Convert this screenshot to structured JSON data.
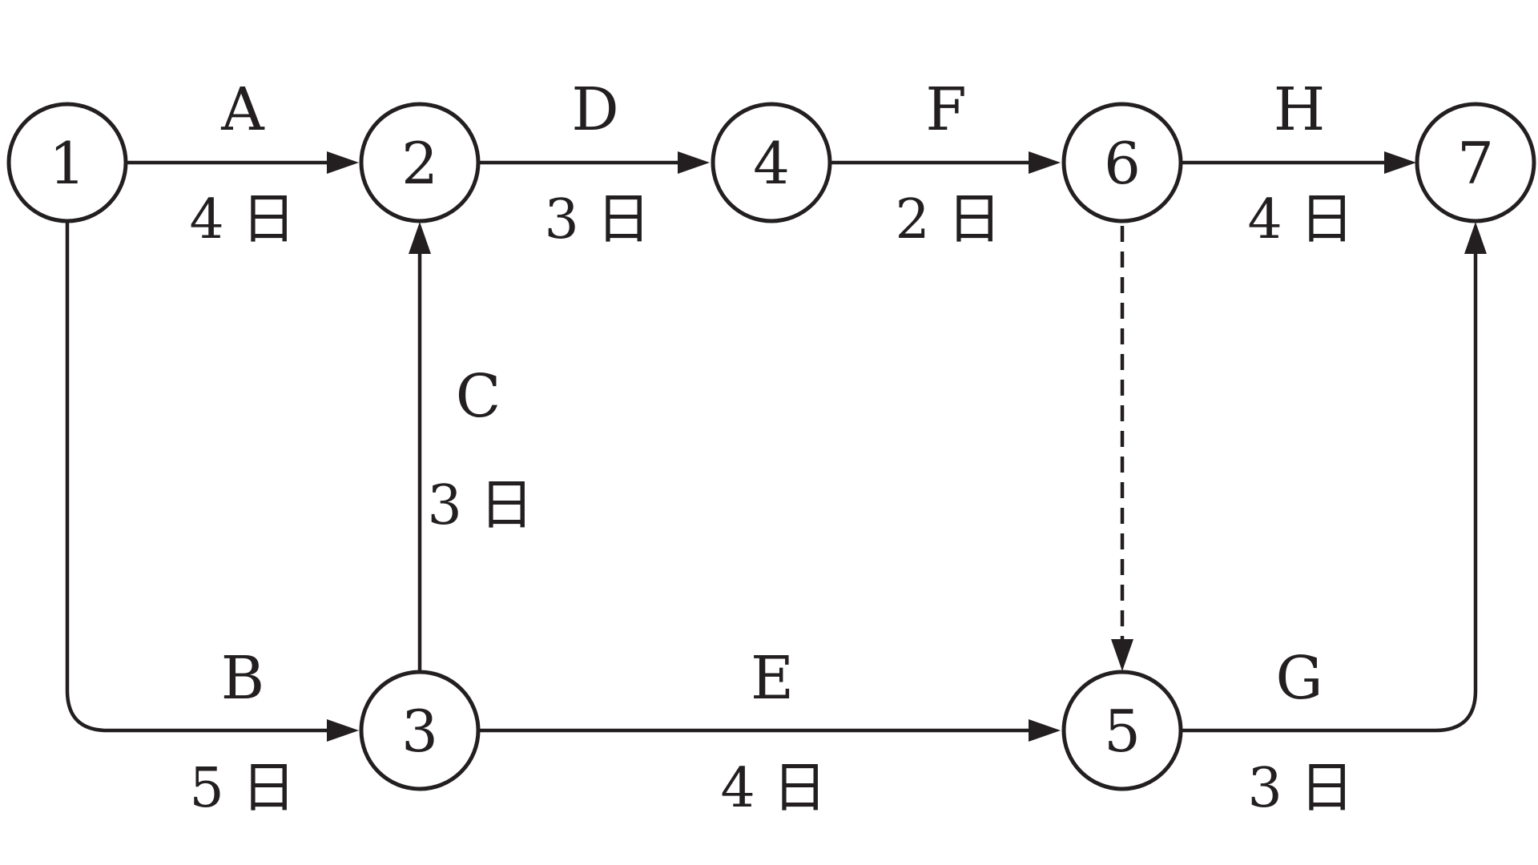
{
  "diagram": {
    "nodes": [
      {
        "id": "1",
        "label": "1"
      },
      {
        "id": "2",
        "label": "2"
      },
      {
        "id": "3",
        "label": "3"
      },
      {
        "id": "4",
        "label": "4"
      },
      {
        "id": "5",
        "label": "5"
      },
      {
        "id": "6",
        "label": "6"
      },
      {
        "id": "7",
        "label": "7"
      }
    ],
    "edges": [
      {
        "id": "A",
        "from": "1",
        "to": "2",
        "name": "A",
        "duration": "4 日",
        "style": "solid"
      },
      {
        "id": "B",
        "from": "1",
        "to": "3",
        "name": "B",
        "duration": "5 日",
        "style": "solid"
      },
      {
        "id": "C",
        "from": "3",
        "to": "2",
        "name": "C",
        "duration": "3 日",
        "style": "solid"
      },
      {
        "id": "D",
        "from": "2",
        "to": "4",
        "name": "D",
        "duration": "3 日",
        "style": "solid"
      },
      {
        "id": "E",
        "from": "3",
        "to": "5",
        "name": "E",
        "duration": "4 日",
        "style": "solid"
      },
      {
        "id": "F",
        "from": "4",
        "to": "6",
        "name": "F",
        "duration": "2 日",
        "style": "solid"
      },
      {
        "id": "G",
        "from": "5",
        "to": "7",
        "name": "G",
        "duration": "3 日",
        "style": "solid"
      },
      {
        "id": "H",
        "from": "6",
        "to": "7",
        "name": "H",
        "duration": "4 日",
        "style": "solid"
      },
      {
        "id": "dummy",
        "from": "6",
        "to": "5",
        "name": "",
        "duration": "",
        "style": "dashed"
      }
    ]
  }
}
